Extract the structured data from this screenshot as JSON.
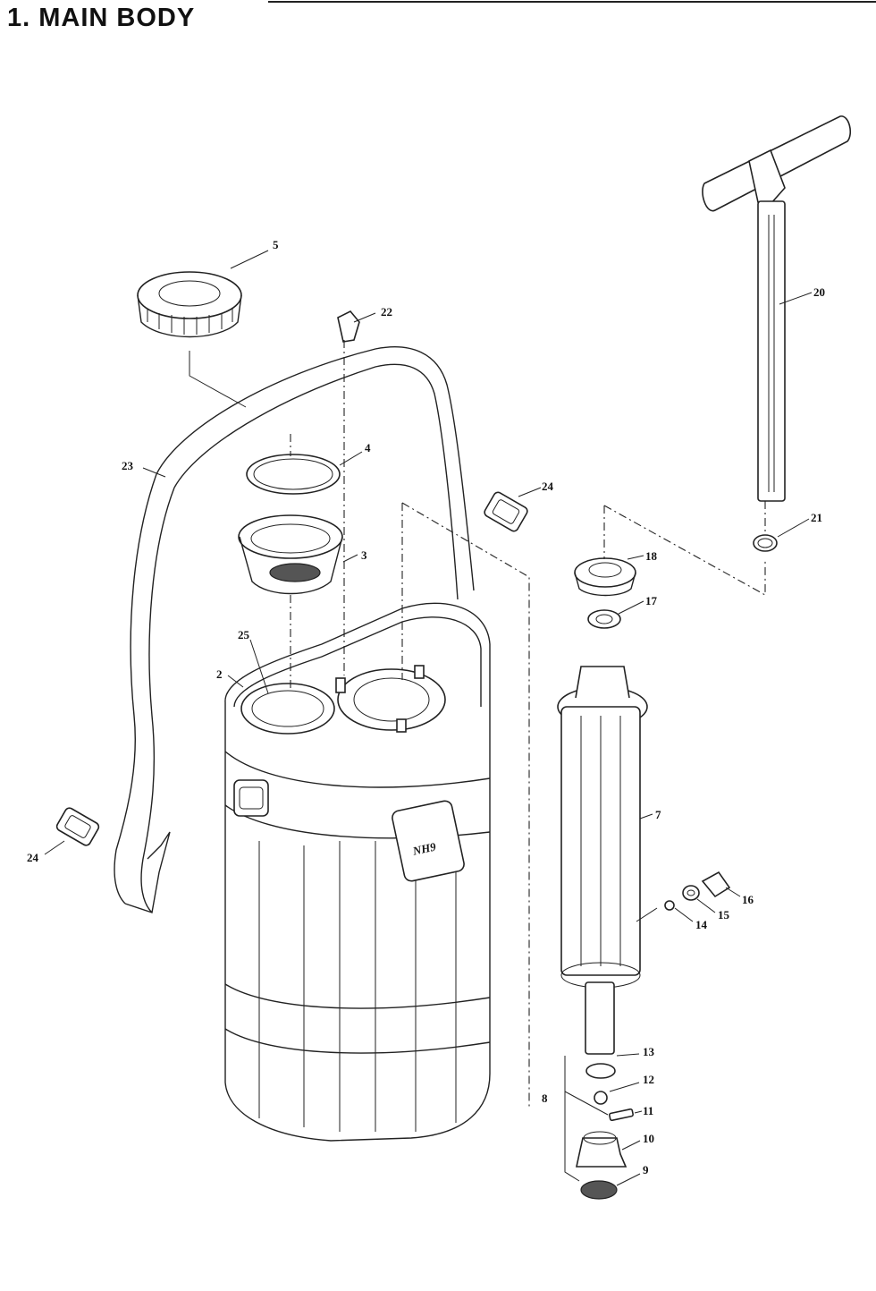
{
  "title": "1. MAIN BODY",
  "tank_marking": "NH9",
  "callouts": [
    "2",
    "3",
    "4",
    "5",
    "7",
    "8",
    "9",
    "10",
    "11",
    "12",
    "13",
    "14",
    "15",
    "16",
    "17",
    "18",
    "20",
    "21",
    "22",
    "23",
    "24",
    "24",
    "25"
  ]
}
